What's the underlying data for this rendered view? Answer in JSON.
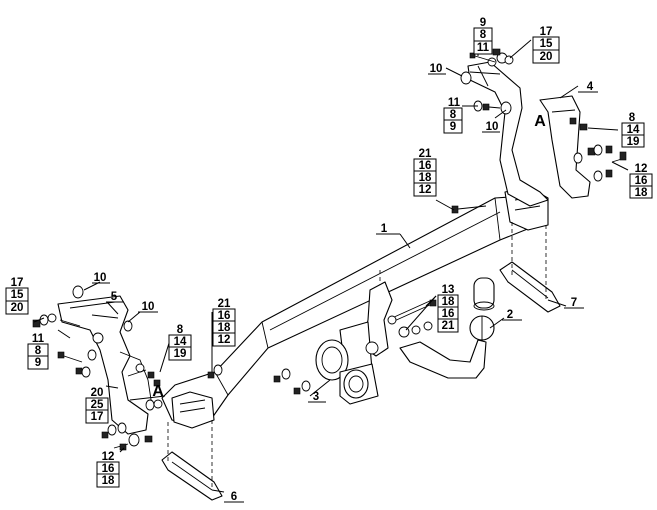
{
  "labels": {
    "stack_top_center": [
      "9",
      "8",
      "11"
    ],
    "stack_top_right": [
      "17",
      "15",
      "20"
    ],
    "label_10_top": "10",
    "stack_mid_top": [
      "11",
      "8",
      "9"
    ],
    "label_10_mid": "10",
    "label_4": "4",
    "stack_right_8": [
      "8",
      "14",
      "19"
    ],
    "stack_right_12": [
      "12",
      "16",
      "18"
    ],
    "stack_center_21": [
      "21",
      "16",
      "18",
      "12"
    ],
    "label_1": "1",
    "label_A_right": "A",
    "stack_center_13": [
      "13",
      "18",
      "16",
      "21"
    ],
    "label_2": "2",
    "label_7": "7",
    "label_10_left_top": "10",
    "label_5": "5",
    "label_10_left_mid": "10",
    "stack_left_17": [
      "17",
      "15",
      "20"
    ],
    "stack_left_11": [
      "11",
      "8",
      "9"
    ],
    "stack_left_8": [
      "8",
      "14",
      "19"
    ],
    "stack_left_21": [
      "21",
      "16",
      "18",
      "12"
    ],
    "label_A_left": "A",
    "stack_left_20": [
      "20",
      "25",
      "17"
    ],
    "label_3": "3",
    "stack_bottom_12": [
      "12",
      "16",
      "18"
    ],
    "label_6": "6"
  }
}
